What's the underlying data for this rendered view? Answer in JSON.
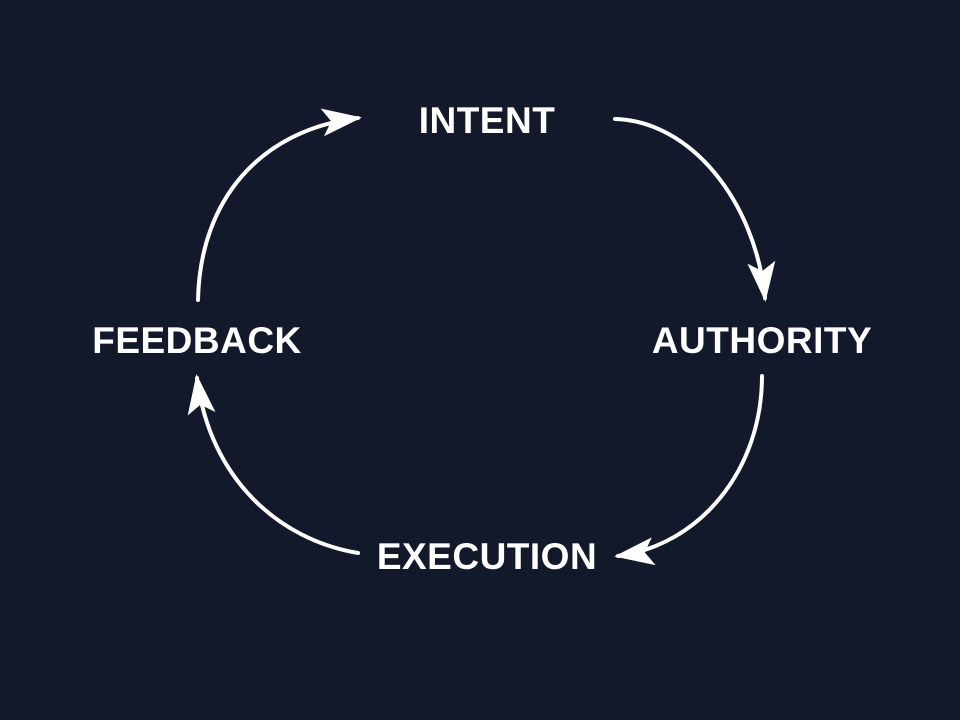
{
  "diagram": {
    "type": "cycle",
    "nodes": [
      {
        "id": "intent",
        "label": "INTENT"
      },
      {
        "id": "authority",
        "label": "AUTHORITY"
      },
      {
        "id": "execution",
        "label": "EXECUTION"
      },
      {
        "id": "feedback",
        "label": "FEEDBACK"
      }
    ],
    "edges": [
      {
        "from": "intent",
        "to": "authority"
      },
      {
        "from": "authority",
        "to": "execution"
      },
      {
        "from": "execution",
        "to": "feedback"
      },
      {
        "from": "feedback",
        "to": "intent"
      }
    ]
  },
  "colors": {
    "background": "#11192b",
    "foreground": "#ffffff"
  }
}
